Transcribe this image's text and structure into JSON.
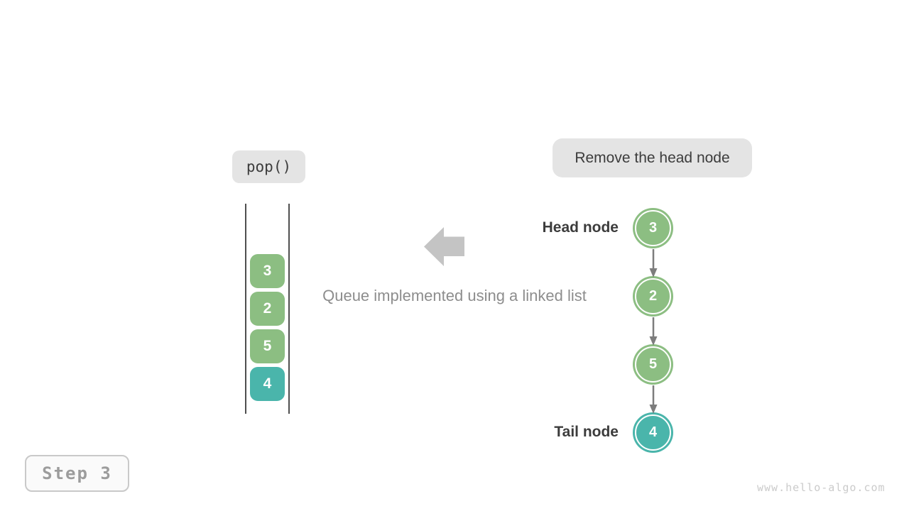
{
  "colors": {
    "green": "#8CBE82",
    "teal": "#4AB5AB",
    "bubble_bg": "#E4E4E4",
    "wall": "#4F4F4F",
    "big_arrow": "#C4C4C4",
    "connector": "#7D7D7D",
    "caption_text": "#8D8D8D",
    "dark_text": "#3C3C3C",
    "step_bg": "#FAFAFA",
    "step_border": "#C9C9C9",
    "step_text": "#9C9C9C",
    "watermark_text": "#CBCBCB"
  },
  "operation": {
    "label": "pop()"
  },
  "annotation": {
    "label": "Remove the head node"
  },
  "caption": {
    "text": "Queue implemented using a linked list"
  },
  "queue": {
    "items": [
      {
        "value": "3",
        "color": "green"
      },
      {
        "value": "2",
        "color": "green"
      },
      {
        "value": "5",
        "color": "green"
      },
      {
        "value": "4",
        "color": "teal"
      }
    ]
  },
  "linked_list": {
    "head_label": "Head node",
    "tail_label": "Tail node",
    "nodes": [
      {
        "value": "3",
        "color": "green"
      },
      {
        "value": "2",
        "color": "green"
      },
      {
        "value": "5",
        "color": "green"
      },
      {
        "value": "4",
        "color": "teal"
      }
    ]
  },
  "step": {
    "label": "Step 3"
  },
  "watermark": {
    "text": "www.hello-algo.com"
  }
}
